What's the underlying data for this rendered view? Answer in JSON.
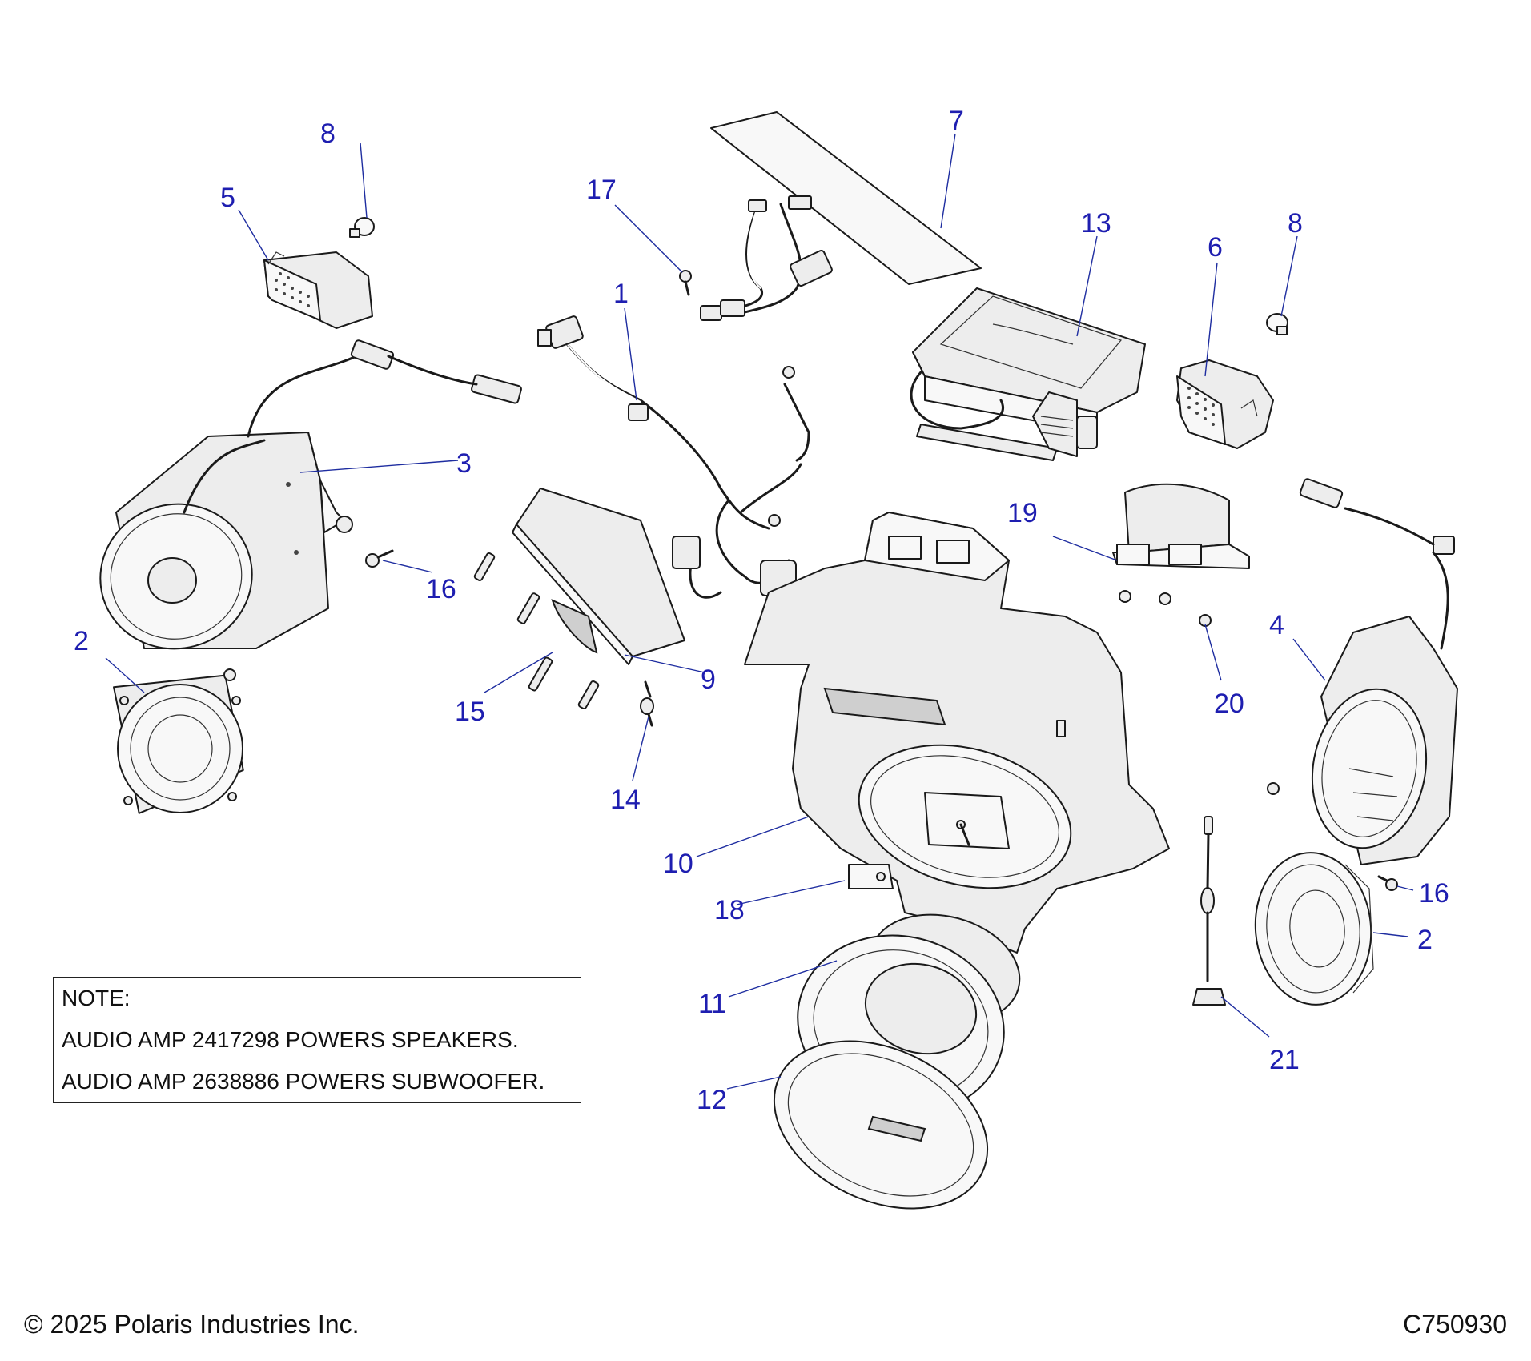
{
  "callouts": {
    "c1": "1",
    "c2a": "2",
    "c2b": "2",
    "c3": "3",
    "c4": "4",
    "c5": "5",
    "c6": "6",
    "c7": "7",
    "c8a": "8",
    "c8b": "8",
    "c9": "9",
    "c10": "10",
    "c11": "11",
    "c12": "12",
    "c13": "13",
    "c14": "14",
    "c15": "15",
    "c16a": "16",
    "c16b": "16",
    "c17": "17",
    "c18": "18",
    "c19": "19",
    "c20": "20",
    "c21": "21"
  },
  "note": {
    "heading": "NOTE:",
    "line1": "AUDIO AMP 2417298 POWERS SPEAKERS.",
    "line2": "AUDIO AMP 2638886 POWERS SUBWOOFER."
  },
  "footer": {
    "copyright": "© 2025 Polaris Industries Inc.",
    "drawing_id": "C750930"
  },
  "colors": {
    "callout": "#1e1eb0",
    "leader": "#1e2da0",
    "line": "#1a1a1a"
  }
}
